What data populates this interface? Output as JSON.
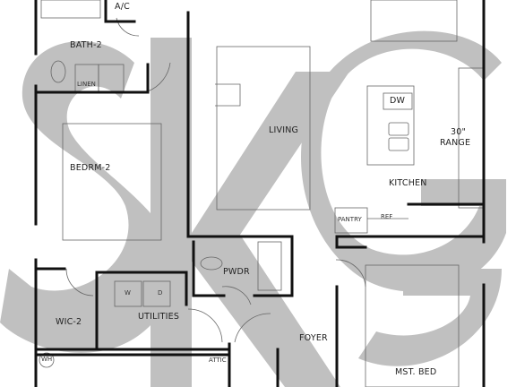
{
  "floorplan": {
    "watermark": {
      "text": "SKG",
      "color": "#bdbdbd"
    },
    "wall_color": "#111111",
    "rooms": {
      "ac": "A/C",
      "bath2": "BATH-2",
      "living": "LIVING",
      "bedrm2": "BEDRM-2",
      "kitchen": "KITCHEN",
      "pwdr": "PWDR",
      "utilities": "UTILITIES",
      "wic2": "WIC-2",
      "foyer": "FOYER",
      "mst_bed": "MST. BED"
    },
    "fixtures": {
      "linen": "LINEN",
      "dw": "DW",
      "range_size": "30\"",
      "range": "RANGE",
      "pantry": "PANTRY",
      "ref": "REF",
      "washer": "W",
      "dryer": "D",
      "attic": "ATTIC",
      "water_heater": "WH"
    }
  }
}
